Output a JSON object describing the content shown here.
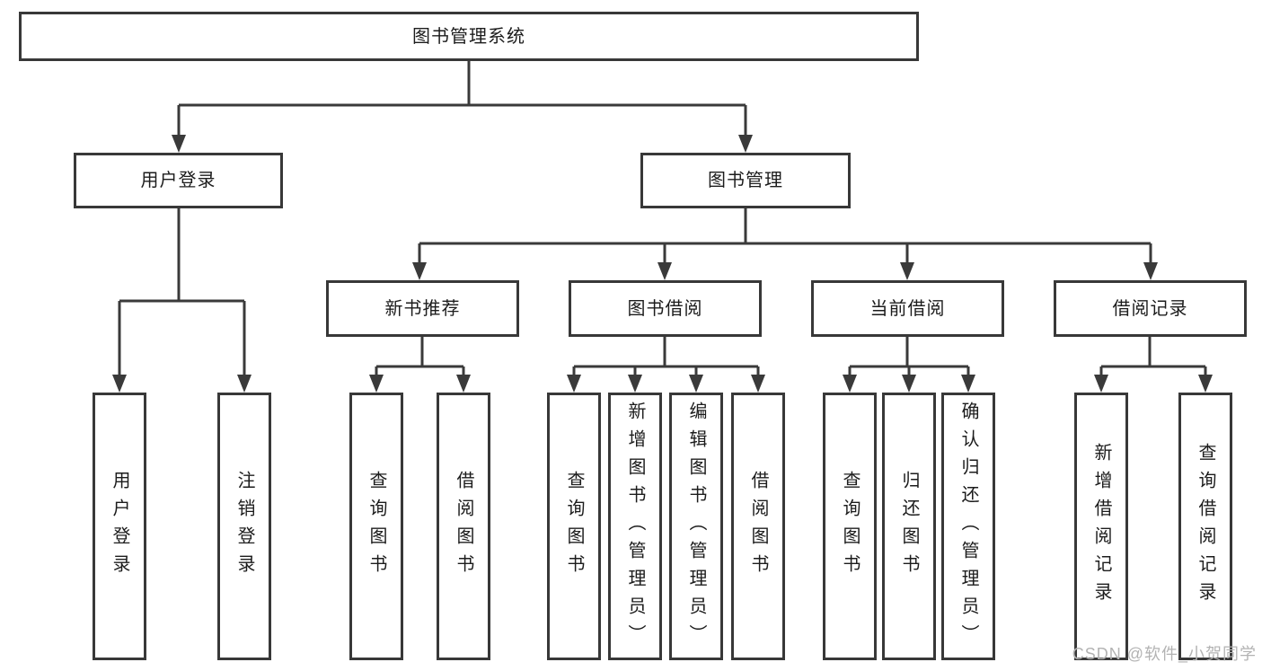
{
  "diagram": {
    "title": "图书管理系统",
    "colors": {
      "line": "#3a3a3a",
      "box_border": "#383838",
      "text": "#1c1c1c",
      "background": "#ffffff",
      "watermark": "#b3b3b3"
    },
    "root": {
      "label": "图书管理系统"
    },
    "branches": {
      "user_login": {
        "label": "用户登录",
        "children": [
          "用户登录",
          "注销登录"
        ]
      },
      "book_management": {
        "label": "图书管理",
        "sections": {
          "new_book_recommend": {
            "label": "新书推荐",
            "children": [
              "查询图书",
              "借阅图书"
            ]
          },
          "book_borrow": {
            "label": "图书借阅",
            "children": [
              "查询图书",
              "新增图书（管理员）",
              "编辑图书（管理员）",
              "借阅图书"
            ]
          },
          "current_borrow": {
            "label": "当前借阅",
            "children": [
              "查询图书",
              "归还图书",
              "确认归还（管理员）"
            ]
          },
          "borrow_records": {
            "label": "借阅记录",
            "children": [
              "新增借阅记录",
              "查询借阅记录"
            ]
          }
        }
      }
    },
    "watermark": "CSDN @软件_小贺同学"
  }
}
